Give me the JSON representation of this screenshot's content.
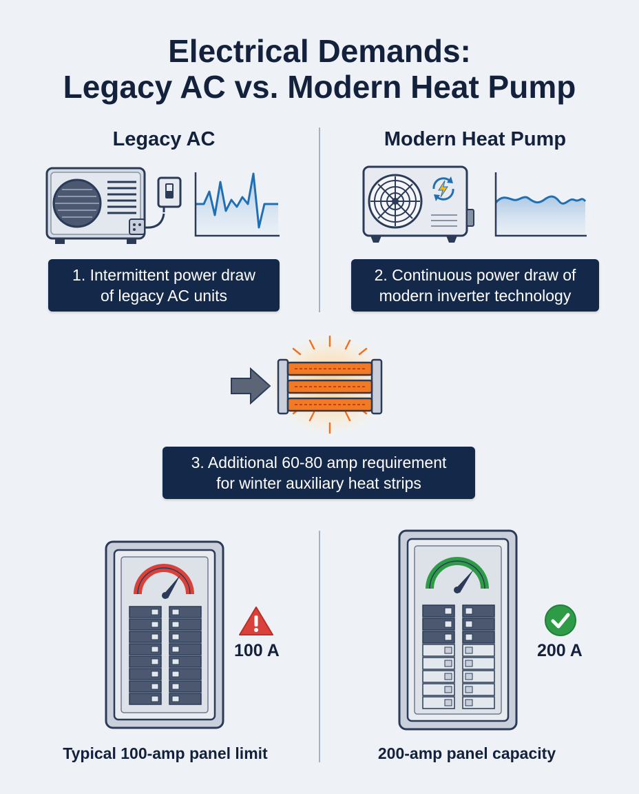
{
  "title": {
    "line1": "Electrical Demands:",
    "line2": "Legacy AC vs. Modern Heat Pump"
  },
  "legacy": {
    "heading": "Legacy AC",
    "caption_line1": "1. Intermittent power draw",
    "caption_line2": "of legacy AC units"
  },
  "modern": {
    "heading": "Modern Heat Pump",
    "caption_line1": "2. Continuous power draw of",
    "caption_line2": "modern inverter technology"
  },
  "aux_heat": {
    "caption_line1": "3. Additional 60-80 amp requirement",
    "caption_line2": "for winter auxiliary heat strips"
  },
  "panel_100": {
    "rating": "100 A",
    "caption": "Typical 100-amp panel limit",
    "status_icon": "warning-icon",
    "gauge_color": "#d9413a",
    "status_color": "#d9413a"
  },
  "panel_200": {
    "rating": "200 A",
    "caption": "200-amp panel capacity",
    "status_icon": "check-icon",
    "gauge_color": "#2e9b47",
    "status_color": "#2e9b47"
  },
  "colors": {
    "navy": "#14284a",
    "wave_blue": "#1f6fb2",
    "heat_orange": "#f0701e"
  }
}
